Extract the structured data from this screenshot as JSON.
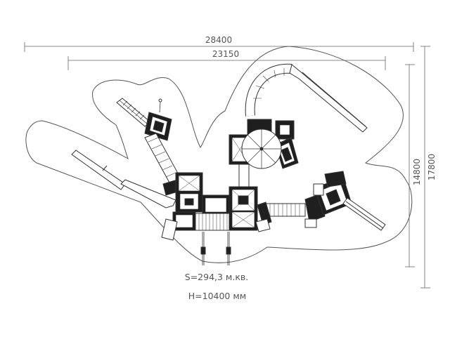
{
  "dimensions": {
    "overall_width": "28400",
    "structure_width": "23150",
    "structure_depth": "14800",
    "overall_depth": "17800"
  },
  "specs": {
    "area": "S=294,3 м.кв.",
    "height": "H=10400 мм"
  },
  "colors": {
    "line": "#333333",
    "dimension": "#666666",
    "fill_dark": "#1f1f1f",
    "fill_light": "#ffffff"
  }
}
